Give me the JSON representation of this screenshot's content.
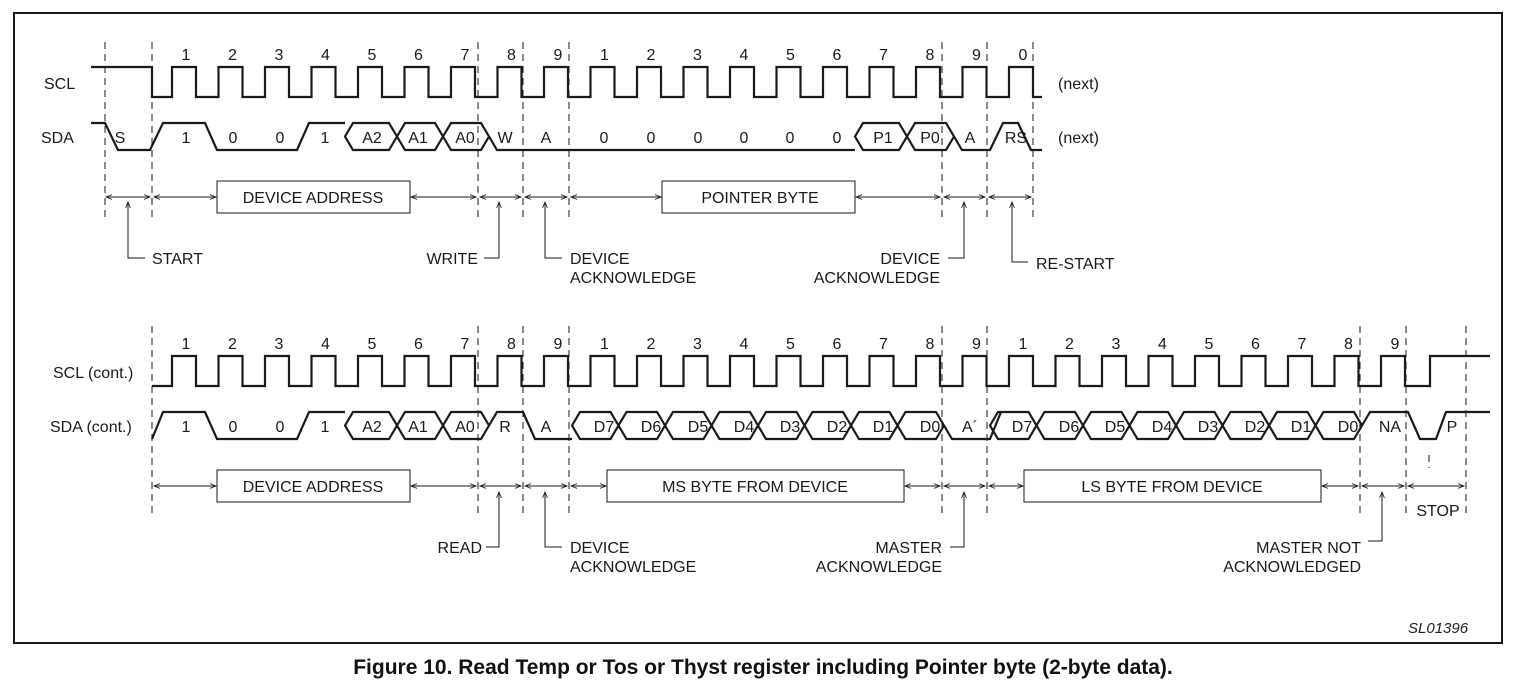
{
  "caption": "Figure 10.  Read Temp or Tos or Thyst register including Pointer byte (2-byte data).",
  "figure_code": "SL01396",
  "top": {
    "scl_label": "SCL",
    "sda_label": "SDA",
    "next1": "(next)",
    "next2": "(next)",
    "clocks": [
      "1",
      "2",
      "3",
      "4",
      "5",
      "6",
      "7",
      "8",
      "9",
      "1",
      "2",
      "3",
      "4",
      "5",
      "6",
      "7",
      "8",
      "9",
      "0"
    ],
    "sda_bits": [
      "S",
      "1",
      "0",
      "0",
      "1",
      "A2",
      "A1",
      "A0",
      "W",
      "A",
      "0",
      "0",
      "0",
      "0",
      "0",
      "0",
      "P1",
      "P0",
      "A",
      "RS"
    ],
    "device_address": "DEVICE ADDRESS",
    "pointer_byte": "POINTER BYTE",
    "start": "START",
    "write": "WRITE",
    "dev_ack_1": "DEVICE",
    "dev_ack_2": "ACKNOWLEDGE",
    "dev_ack2_1": "DEVICE",
    "dev_ack2_2": "ACKNOWLEDGE",
    "restart": "RE-START"
  },
  "bottom": {
    "scl_label": "SCL (cont.)",
    "sda_label": "SDA (cont.)",
    "clocks": [
      "1",
      "2",
      "3",
      "4",
      "5",
      "6",
      "7",
      "8",
      "9",
      "1",
      "2",
      "3",
      "4",
      "5",
      "6",
      "7",
      "8",
      "9",
      "1",
      "2",
      "3",
      "4",
      "5",
      "6",
      "7",
      "8",
      "9"
    ],
    "sda_bits": [
      "1",
      "0",
      "0",
      "1",
      "A2",
      "A1",
      "A0",
      "R",
      "A",
      "D7",
      "D6",
      "D5",
      "D4",
      "D3",
      "D2",
      "D1",
      "D0",
      "A´",
      "D7",
      "D6",
      "D5",
      "D4",
      "D3",
      "D2",
      "D1",
      "D0",
      "NA",
      "P"
    ],
    "device_address": "DEVICE ADDRESS",
    "ms_byte": "MS BYTE FROM DEVICE",
    "ls_byte": "LS BYTE FROM DEVICE",
    "stop": "STOP",
    "read": "READ",
    "dev_ack_1": "DEVICE",
    "dev_ack_2": "ACKNOWLEDGE",
    "master_ack_1": "MASTER",
    "master_ack_2": "ACKNOWLEDGE",
    "master_nack_1": "MASTER NOT",
    "master_nack_2": "ACKNOWLEDGED"
  }
}
